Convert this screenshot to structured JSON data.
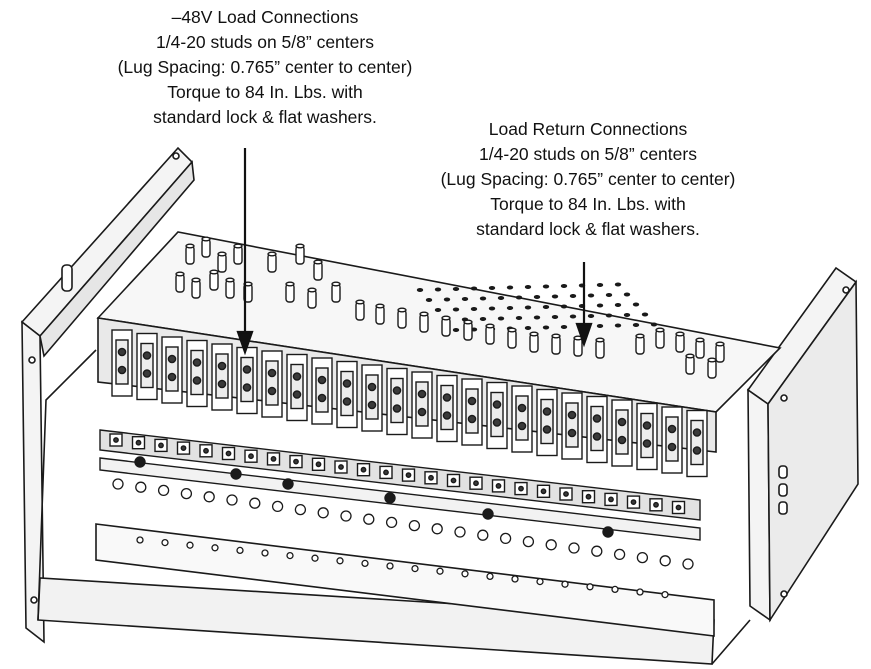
{
  "callouts": {
    "load_connections": {
      "lines": [
        "–48V Load Connections",
        "1/4-20 studs on 5/8” centers",
        "(Lug Spacing: 0.765” center to center)",
        "Torque to 84 In. Lbs. with",
        "standard lock & flat washers."
      ]
    },
    "return_connections": {
      "lines": [
        "Load Return Connections",
        "1/4-20 studs on 5/8” centers",
        "(Lug Spacing: 0.765” center to center)",
        "Torque to 84 In. Lbs. with",
        "standard lock & flat washers."
      ]
    }
  },
  "colors": {
    "line": "#1a1a1a",
    "fill_light": "#f4f4f4",
    "fill_mid": "#d9d9d9",
    "fill_dark": "#3a3a3a"
  }
}
